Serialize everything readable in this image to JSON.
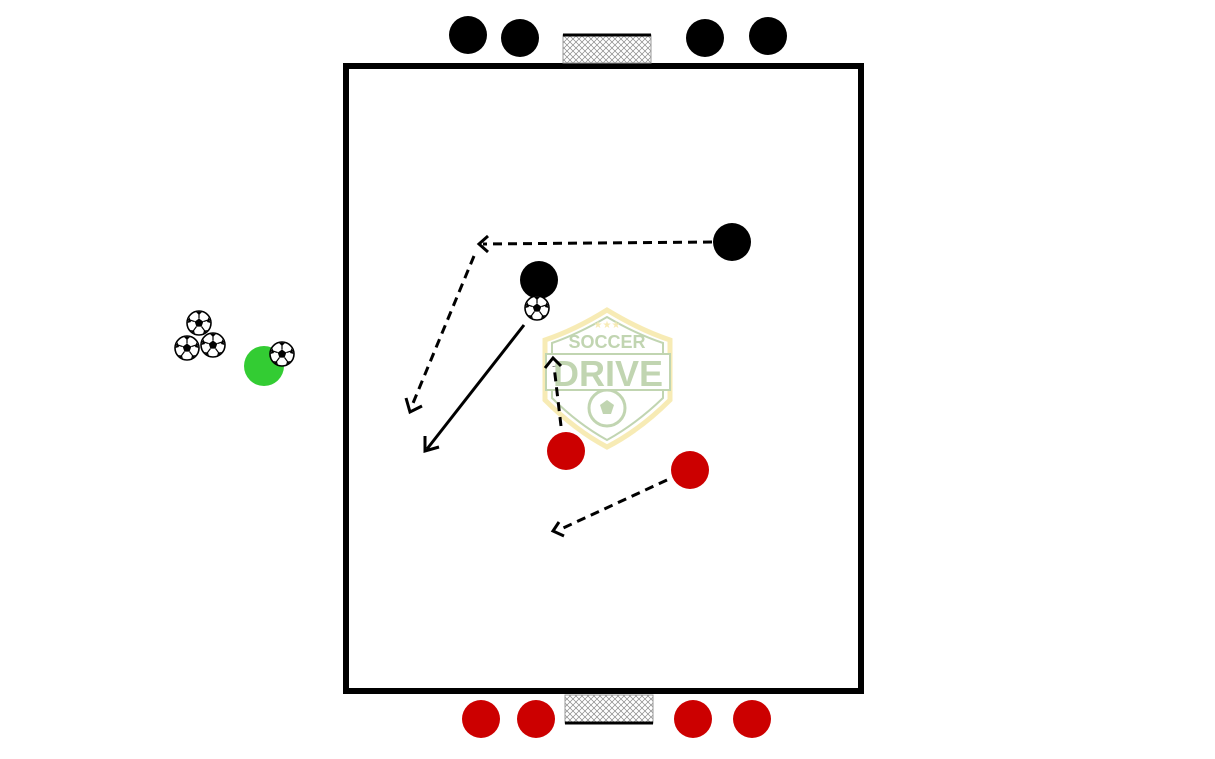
{
  "colors": {
    "field_line": "#000000",
    "team_black": "#000000",
    "team_red": "#cc0000",
    "coach_green": "#33cc33",
    "pass_arrow": "#000000",
    "run_arrow": "#000000",
    "watermark_green": "#8fb373",
    "watermark_gold": "#f2dc7a"
  },
  "watermark": {
    "line1": "SOCCER",
    "line2": "DRIVE",
    "stars": "★★★"
  },
  "pitch": {
    "goals": [
      "top-goal",
      "bottom-goal"
    ]
  },
  "players": {
    "black_team_count": 6,
    "red_team_count": 6,
    "coach_count": 1,
    "balls_count": 5
  },
  "icons": {
    "ball": "soccer-ball-icon",
    "goal": "goal-net-icon",
    "logo": "soccer-drive-shield-logo"
  }
}
